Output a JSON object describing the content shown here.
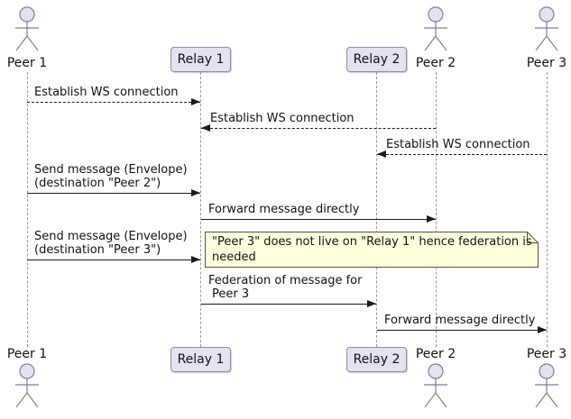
{
  "diagram_type": "uml-sequence-diagram",
  "participants": {
    "peer1": {
      "label": "Peer 1",
      "kind": "actor"
    },
    "relay1": {
      "label": "Relay 1",
      "kind": "participant"
    },
    "relay2": {
      "label": "Relay 2",
      "kind": "participant"
    },
    "peer2": {
      "label": "Peer 2",
      "kind": "actor"
    },
    "peer3": {
      "label": "Peer 3",
      "kind": "actor"
    }
  },
  "messages": [
    {
      "text": "Establish WS connection",
      "from": "Peer 1",
      "to": "Relay 1",
      "line_style": "dashed"
    },
    {
      "text": "Establish WS connection",
      "from": "Peer 2",
      "to": "Relay 1",
      "line_style": "dashed"
    },
    {
      "text": "Establish WS connection",
      "from": "Peer 3",
      "to": "Relay 2",
      "line_style": "dashed"
    },
    {
      "line1": "Send message (Envelope)",
      "line2": "(destination \"Peer 2\")",
      "from": "Peer 1",
      "to": "Relay 1",
      "line_style": "solid"
    },
    {
      "text": "Forward message directly",
      "from": "Relay 1",
      "to": "Peer 2",
      "line_style": "solid"
    },
    {
      "line1": "Send message (Envelope)",
      "line2": "(destination \"Peer 3\")",
      "from": "Peer 1",
      "to": "Relay 1",
      "line_style": "solid"
    },
    {
      "line1": "Federation of message for",
      "line2": "Peer 3",
      "from": "Relay 1",
      "to": "Relay 2",
      "line_style": "solid"
    },
    {
      "text": "Forward message directly",
      "from": "Relay 2",
      "to": "Peer 3",
      "line_style": "solid"
    }
  ],
  "note": {
    "line1": "\"Peer 3\" does not live on \"Relay 1\" hence federation is",
    "line2": "needed"
  },
  "colors": {
    "participant_fill": "#E2E2F0",
    "participant_border": "#8D8DA5",
    "note_fill": "#FEFFDD",
    "note_border": "#55553A",
    "message_color": "#1A1A1A",
    "lifeline_color": "#9A9A9A",
    "background": "#FFFFFF"
  }
}
